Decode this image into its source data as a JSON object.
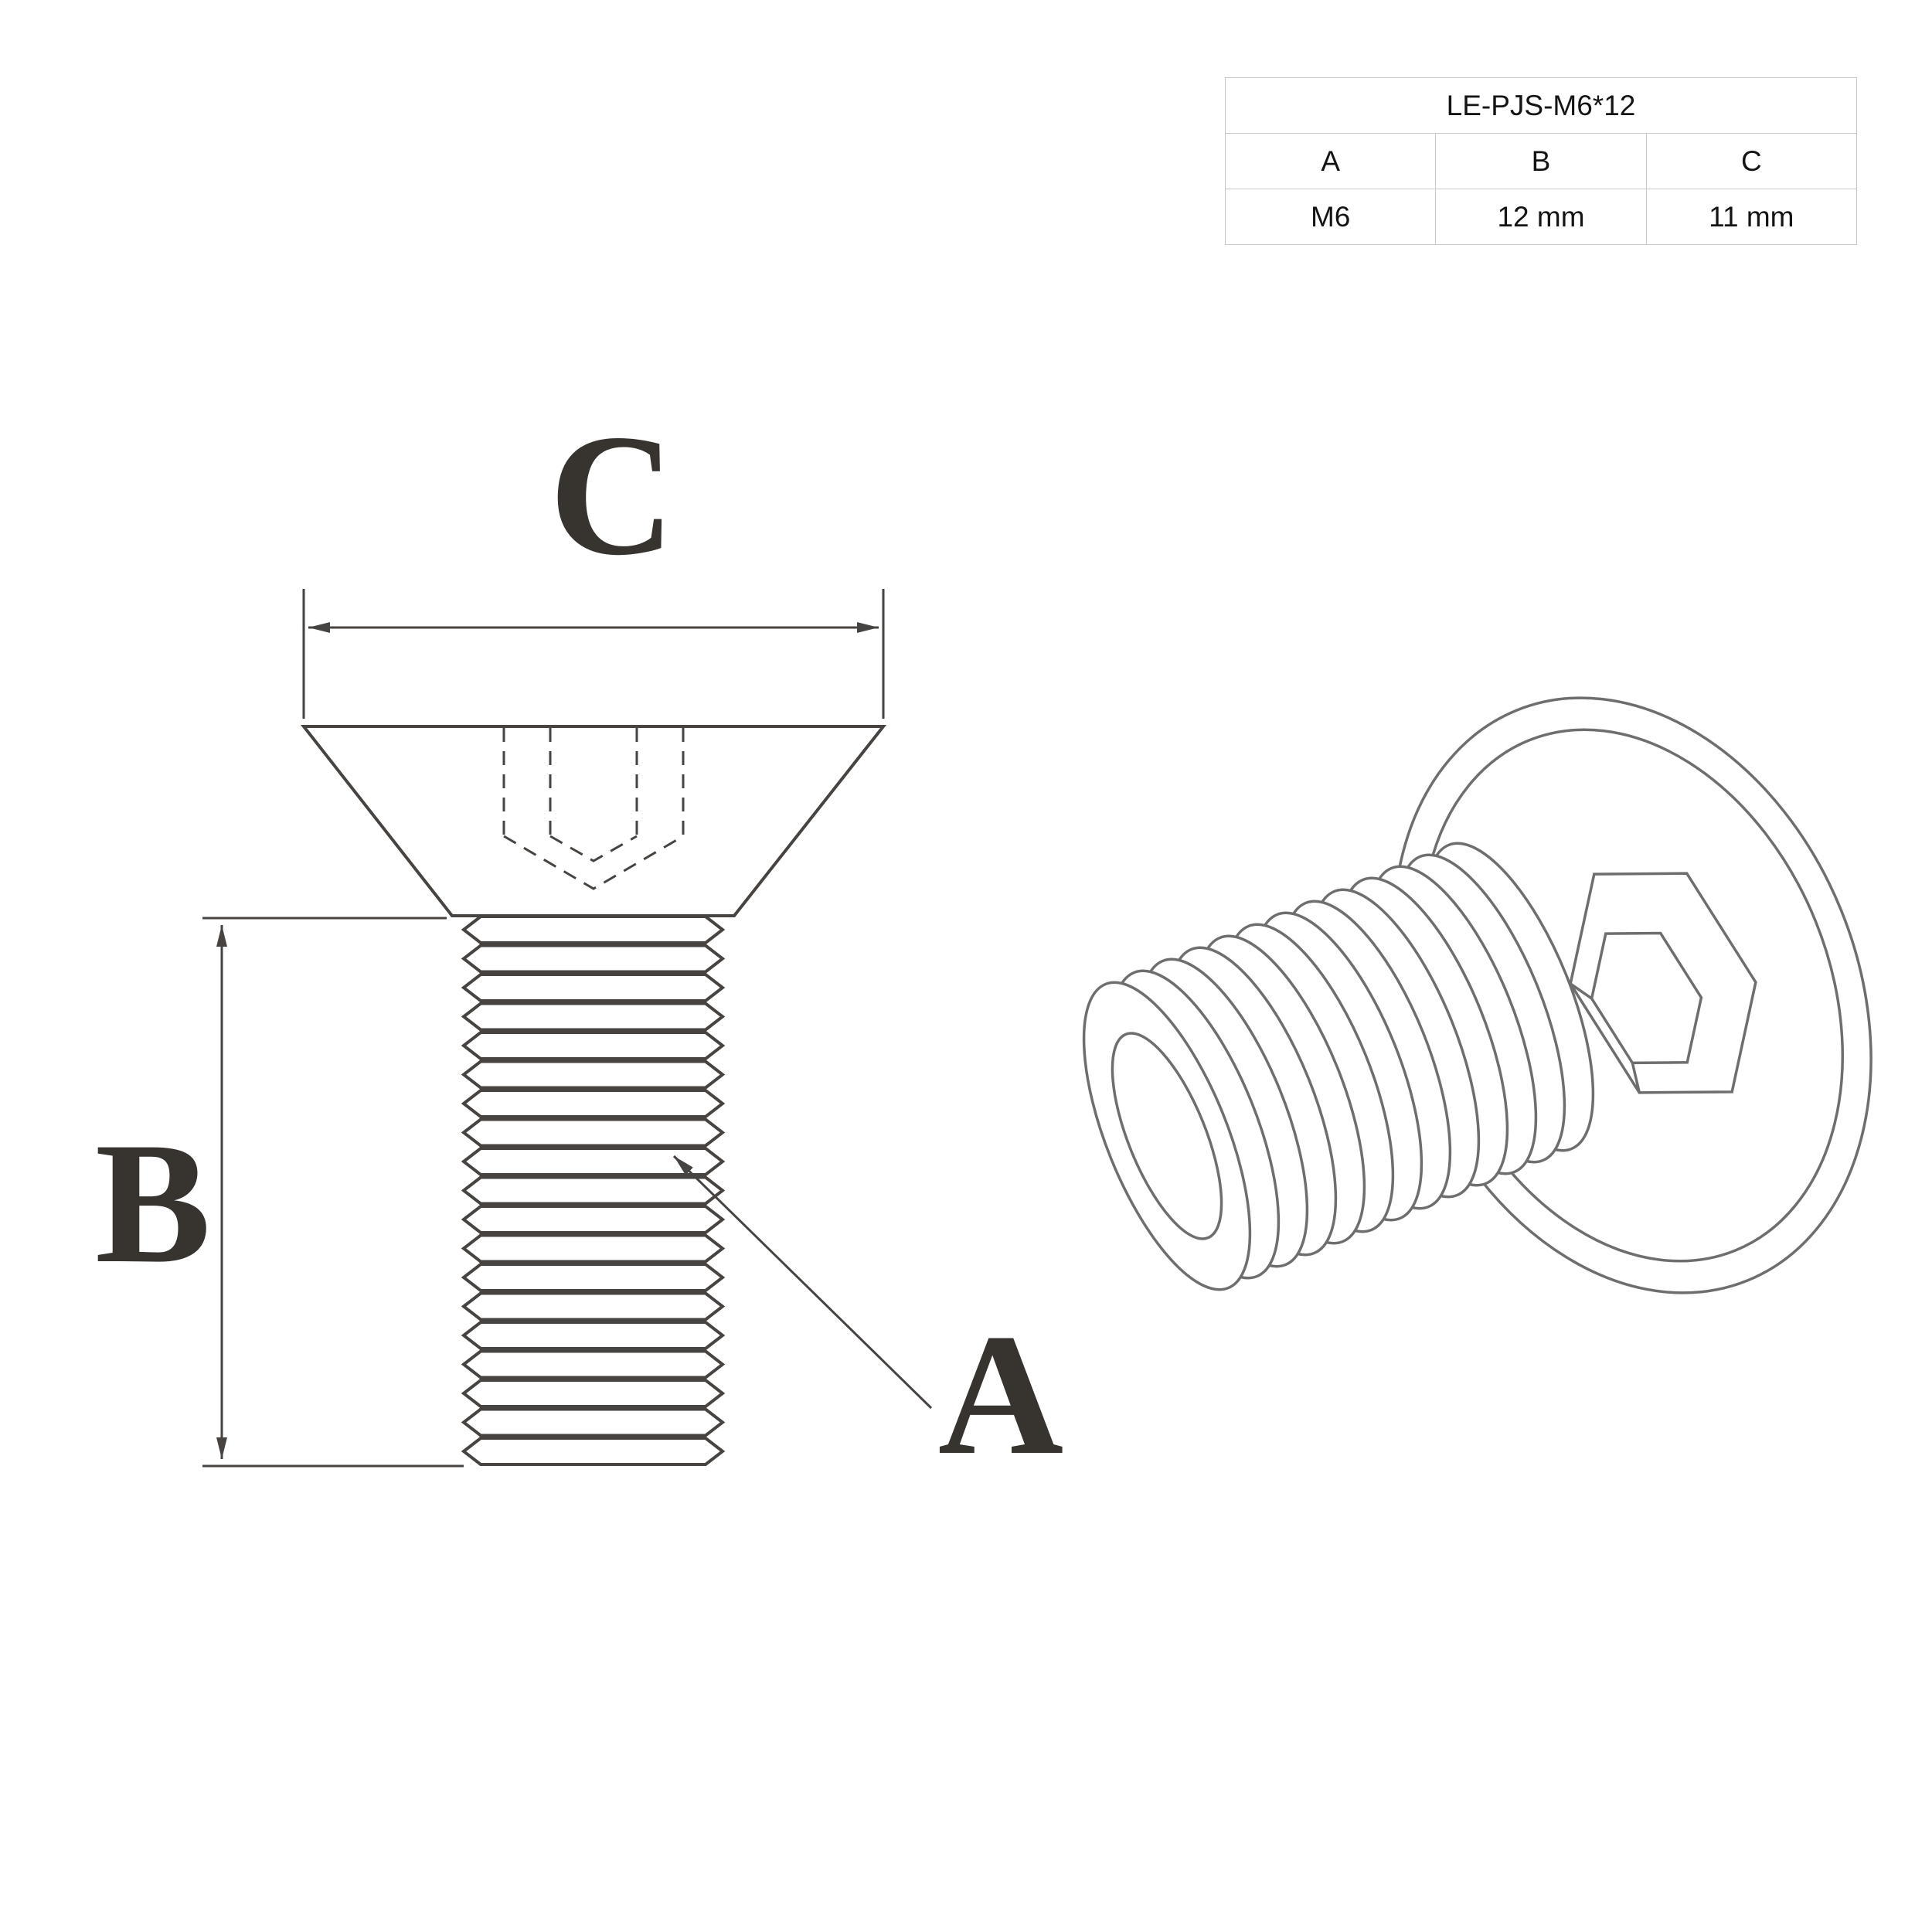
{
  "table": {
    "title": "LE-PJS-M6*12",
    "headers": [
      "A",
      "B",
      "C"
    ],
    "values": [
      "M6",
      "12 mm",
      "11 mm"
    ]
  },
  "labels": {
    "a": "A",
    "b": "B",
    "c": "C"
  },
  "colors": {
    "line_2d": "#474340",
    "line_3d": "#6e6e6e",
    "table_border": "#c8c8c8",
    "text": "#141414",
    "letter": "#37332f"
  }
}
